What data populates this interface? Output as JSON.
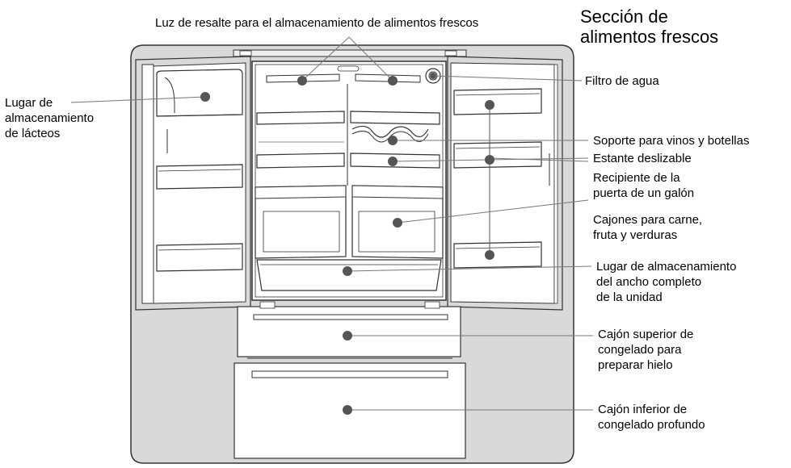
{
  "section_title": "Sección de\nalimentos frescos",
  "labels": {
    "highlight_light": "Luz de resalte para el almacenamiento de alimentos frescos",
    "dairy": "Lugar de\nalmacenamiento\nde lácteos",
    "water_filter": "Filtro de agua",
    "wine_rack": "Soporte para vinos y botellas",
    "sliding_shelf": "Estante deslizable",
    "gallon_bin": "Recipiente de la\npuerta de un galón",
    "crispers": "Cajones para carne,\nfruta y verduras",
    "full_width": "Lugar de almacenamiento\ndel ancho completo\nde la unidad",
    "upper_freezer": "Cajón superior de\ncongelado para\npreparar hielo",
    "lower_freezer": "Cajón inferior de\ncongelado profundo"
  },
  "colors": {
    "body_fill": "#d9d9d9",
    "line": "#333333",
    "dot": "#555555",
    "leader": "#777777"
  }
}
